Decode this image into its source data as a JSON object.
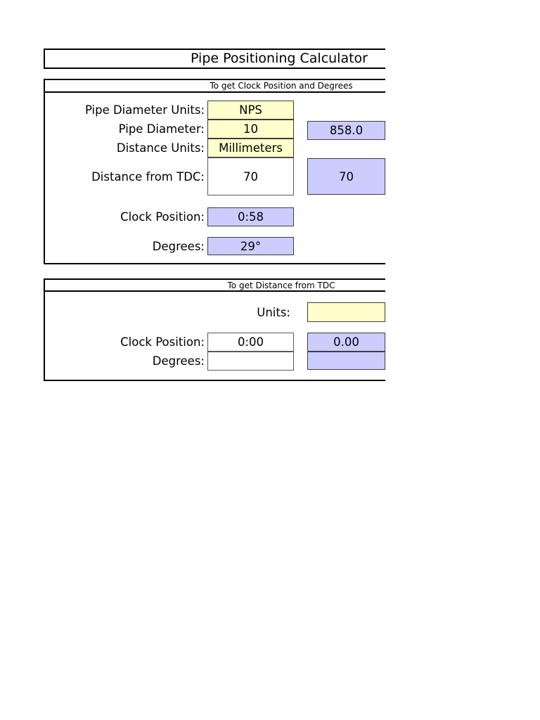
{
  "title": "Pipe Positioning Calculator",
  "colors": {
    "input_yellow": "#ffffcc",
    "output_lavender": "#ccccff",
    "frame_border": "#000000",
    "field_border": "#3c3c3c"
  },
  "section_clock": {
    "header": "To get Clock Position and Degrees",
    "pipe_diameter_units_label": "Pipe Diameter Units:",
    "pipe_diameter_units_value": "NPS",
    "pipe_diameter_label": "Pipe Diameter:",
    "pipe_diameter_value": "10",
    "pipe_diameter_converted": "858.0",
    "distance_units_label": "Distance Units:",
    "distance_units_value": "Millimeters",
    "distance_from_tdc_label": "Distance from TDC:",
    "distance_from_tdc_value": "70",
    "distance_from_tdc_converted": "70",
    "clock_position_label": "Clock Position:",
    "clock_position_value": "0:58",
    "degrees_label": "Degrees:",
    "degrees_value": "29°"
  },
  "section_distance": {
    "header": "To get Distance from TDC",
    "units_label": "Units:",
    "units_value": "",
    "clock_position_label": "Clock Position:",
    "clock_position_value": "0:00",
    "clock_position_converted": "0.00",
    "degrees_label": "Degrees:",
    "degrees_value": "",
    "degrees_converted": ""
  }
}
